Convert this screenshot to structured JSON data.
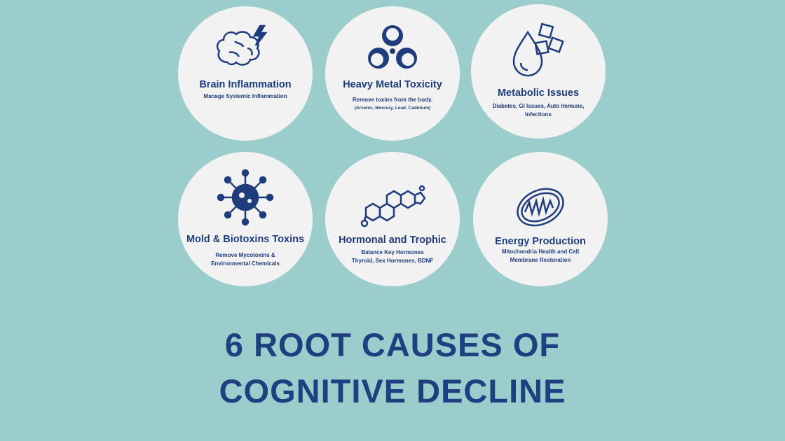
{
  "cards": [
    {
      "title": "Brain Inflammation",
      "sub1": "Manage Systemic Inflammation",
      "sub2": "",
      "icon": "brain-lightning-icon"
    },
    {
      "title": "Heavy Metal Toxicity",
      "sub1": "Remove toxins from the body.",
      "sub2": "(Arsenic, Mercury, Lead, Cadmium)",
      "icon": "biohazard-icon"
    },
    {
      "title": "Metabolic Issues",
      "sub1": "Diabetes, GI Issues, Auto Immune, Infections",
      "sub2": "",
      "icon": "drop-sugar-cubes-icon"
    },
    {
      "title": "Mold & Biotoxins Toxins",
      "sub1": "Remove Mycotoxins & Environmental Chemicals",
      "sub2": "",
      "icon": "virus-icon"
    },
    {
      "title": "Hormonal and Trophic",
      "sub1": "Balance Key Hormones",
      "sub2": "Thyroid, Sex Hormones, BDNF",
      "icon": "steroid-molecule-icon"
    },
    {
      "title": "Energy Production",
      "sub1": "Mitochondria Health and Cell Membrane Restoration",
      "sub2": "",
      "icon": "mitochondria-icon"
    }
  ],
  "heading": {
    "line1": "6 ROOT CAUSES OF",
    "line2": "COGNITIVE DECLINE"
  }
}
